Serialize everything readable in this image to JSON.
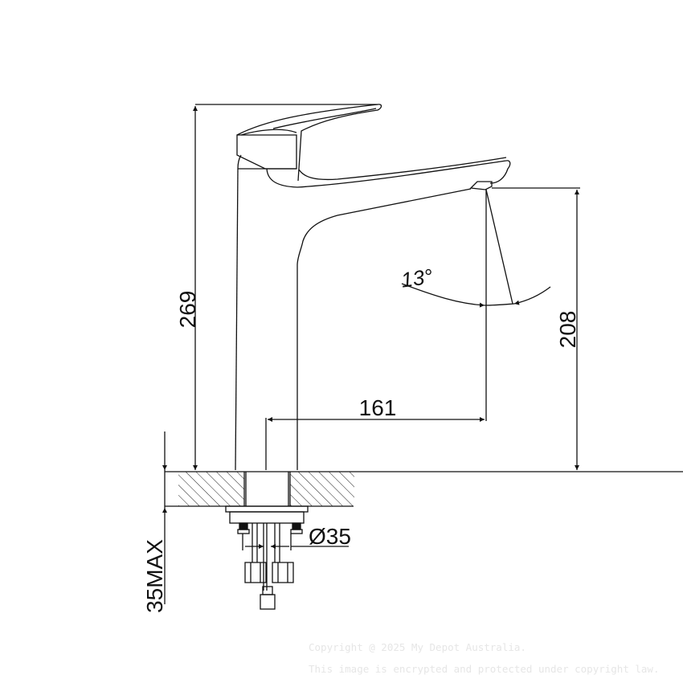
{
  "drawing": {
    "subject": "Basin mixer tap technical drawing",
    "line_color": "#111111",
    "hatch_color": "#222222",
    "dimensions": {
      "overall_height": "269",
      "spout_height": "208",
      "spout_reach": "161",
      "spout_angle": "13°",
      "hole_diameter": "Ø35",
      "max_bench_thickness": "35MAX"
    }
  },
  "watermark": {
    "line1": "Copyright @ 2025 My Depot Australia.",
    "line2": "This image is encrypted and protected under copyright law."
  }
}
